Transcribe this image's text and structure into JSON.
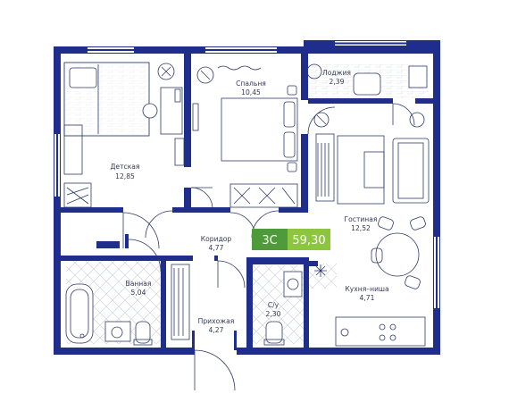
{
  "plan": {
    "colors": {
      "wall": "#1f2d8c",
      "furniture": "#2e3a66",
      "tile": "#c9cbd6",
      "badge_dark": "#4f9a3a",
      "badge_light": "#8cc63f"
    },
    "badge": {
      "type": "3С",
      "area": "59,30"
    },
    "rooms": {
      "children": {
        "name": "Детская",
        "area": "12,85"
      },
      "bedroom": {
        "name": "Спальня",
        "area": "10,45"
      },
      "loggia": {
        "name": "Лоджия",
        "area": "2,39"
      },
      "living": {
        "name": "Гостиная",
        "area": "12,52"
      },
      "corridor": {
        "name": "Коридор",
        "area": "4,77"
      },
      "bathroom": {
        "name": "Ванная",
        "area": "5,04"
      },
      "hall": {
        "name": "Прихожая",
        "area": "4,27"
      },
      "wc": {
        "name": "С/у",
        "area": "2,30"
      },
      "kitchen": {
        "name": "Кухня–ниша",
        "area": "4,71"
      }
    }
  }
}
